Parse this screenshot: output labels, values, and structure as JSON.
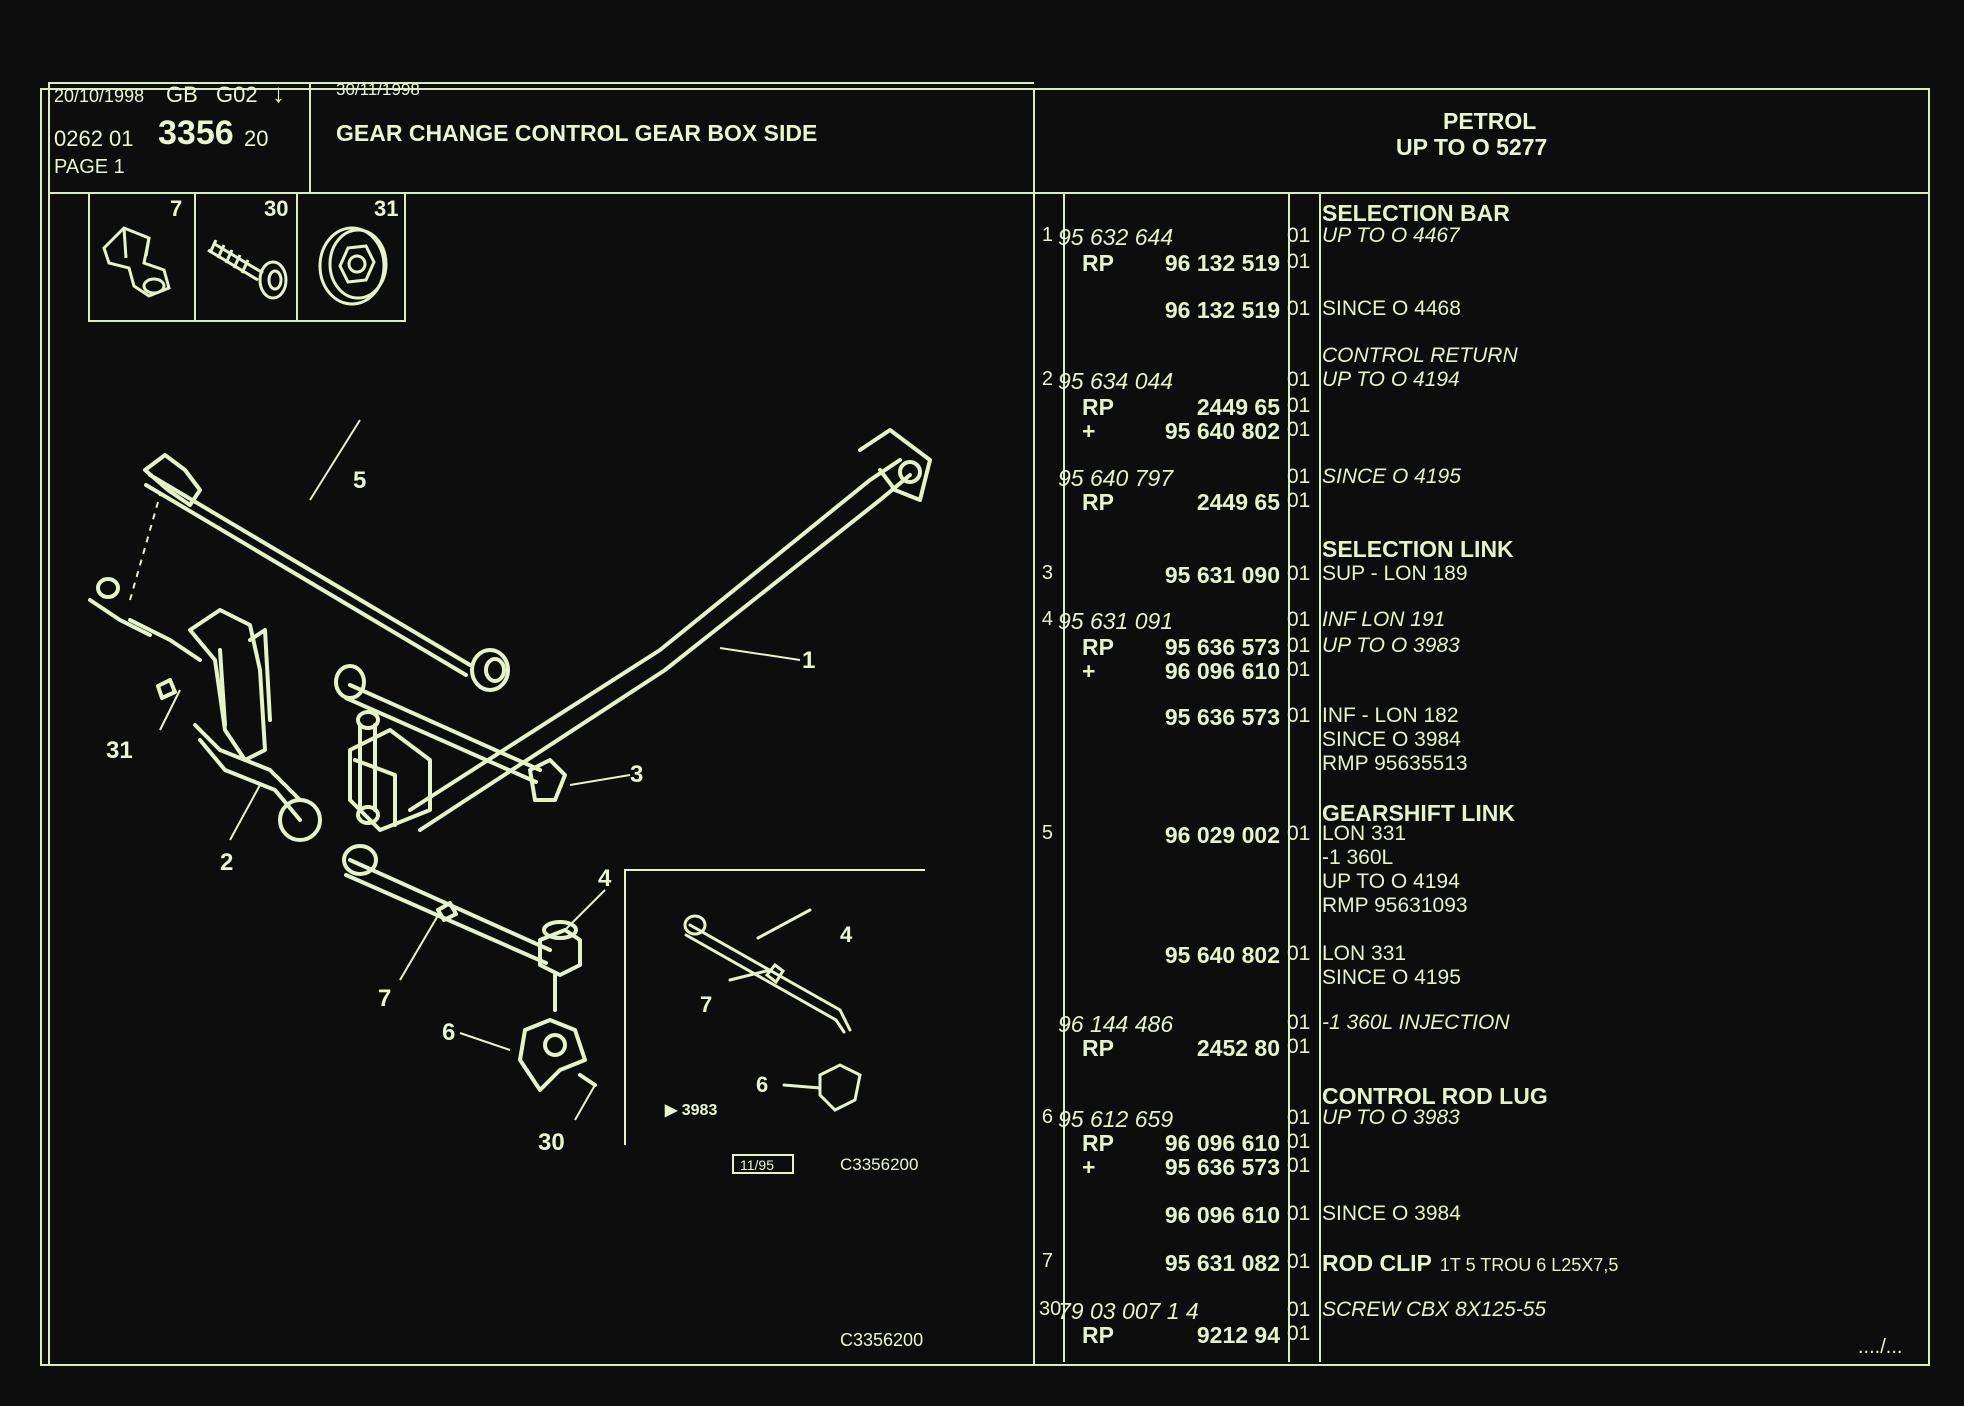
{
  "header": {
    "date_top": "20/10/1998",
    "lang_code": "GB",
    "group_code": "G02",
    "arrow": "↓",
    "ref_prefix": "0262 01",
    "ref_main": "3356",
    "ref_suffix": "20",
    "page_label": "PAGE 1",
    "date_right": "30/11/1998",
    "title": "GEAR CHANGE CONTROL GEAR BOX SIDE",
    "engine": "PETROL",
    "range": "UP TO O  5277"
  },
  "thumbnails": [
    {
      "number": "7",
      "icon": "rod-clip-icon"
    },
    {
      "number": "30",
      "icon": "screw-icon"
    },
    {
      "number": "31",
      "icon": "nut-icon"
    }
  ],
  "diagram": {
    "callouts": [
      "1",
      "2",
      "3",
      "4",
      "5",
      "6",
      "7",
      "30",
      "31"
    ],
    "inset_callouts": [
      "4",
      "6",
      "7"
    ],
    "inset_since": "▶ 3983",
    "inset_date": "11/95",
    "inset_code": "C3356200",
    "bottom_code": "C3356200"
  },
  "parts": [
    {
      "ref": "",
      "prefix": "",
      "part": "",
      "qty": "",
      "desc": "SELECTION BAR",
      "desc_bold": true,
      "desc_italic": false
    },
    {
      "ref": "1",
      "prefix": "",
      "part": "95 632 644",
      "italic": true,
      "qty": "01",
      "desc": "UP TO O 4467",
      "desc_italic": true
    },
    {
      "ref": "",
      "prefix": "RP",
      "part": "96 132 519",
      "qty": "01",
      "desc": ""
    },
    {
      "ref": "",
      "prefix": "",
      "part": "96 132 519",
      "qty": "01",
      "desc": "SINCE O 4468"
    },
    {
      "ref": "",
      "prefix": "",
      "part": "",
      "qty": "",
      "desc": "CONTROL RETURN",
      "desc_italic": true
    },
    {
      "ref": "2",
      "prefix": "",
      "part": "95 634 044",
      "italic": true,
      "qty": "01",
      "desc": "UP TO O 4194",
      "desc_italic": true
    },
    {
      "ref": "",
      "prefix": "RP",
      "part": "2449 65",
      "qty": "01",
      "desc": ""
    },
    {
      "ref": "",
      "prefix": "+",
      "part": "95 640 802",
      "qty": "01",
      "desc": ""
    },
    {
      "ref": "",
      "prefix": "",
      "part": "95 640 797",
      "italic": true,
      "qty": "01",
      "desc": "SINCE O 4195",
      "desc_italic": true
    },
    {
      "ref": "",
      "prefix": "RP",
      "part": "2449 65",
      "qty": "01",
      "desc": ""
    },
    {
      "ref": "",
      "prefix": "",
      "part": "",
      "qty": "",
      "desc": "SELECTION LINK",
      "desc_bold": true
    },
    {
      "ref": "3",
      "prefix": "",
      "part": "95 631 090",
      "qty": "01",
      "desc": "SUP - LON 189"
    },
    {
      "ref": "4",
      "prefix": "",
      "part": "95 631 091",
      "italic": true,
      "qty": "01",
      "desc": "INF LON 191",
      "desc_italic": true
    },
    {
      "ref": "",
      "prefix": "RP",
      "part": "95 636 573",
      "qty": "01",
      "desc": "UP TO O 3983",
      "desc_italic": true
    },
    {
      "ref": "",
      "prefix": "+",
      "part": "96 096 610",
      "qty": "01",
      "desc": ""
    },
    {
      "ref": "",
      "prefix": "",
      "part": "95 636 573",
      "qty": "01",
      "desc": "INF - LON 182"
    },
    {
      "ref": "",
      "prefix": "",
      "part": "",
      "qty": "",
      "desc": "SINCE O 3984"
    },
    {
      "ref": "",
      "prefix": "",
      "part": "",
      "qty": "",
      "desc": "RMP 95635513"
    },
    {
      "ref": "",
      "prefix": "",
      "part": "",
      "qty": "",
      "desc": "GEARSHIFT LINK",
      "desc_bold": true
    },
    {
      "ref": "5",
      "prefix": "",
      "part": "96 029 002",
      "qty": "01",
      "desc": "LON 331"
    },
    {
      "ref": "",
      "prefix": "",
      "part": "",
      "qty": "",
      "desc": "-1 360L"
    },
    {
      "ref": "",
      "prefix": "",
      "part": "",
      "qty": "",
      "desc": "UP TO O 4194"
    },
    {
      "ref": "",
      "prefix": "",
      "part": "",
      "qty": "",
      "desc": "RMP 95631093"
    },
    {
      "ref": "",
      "prefix": "",
      "part": "95 640 802",
      "qty": "01",
      "desc": "LON 331"
    },
    {
      "ref": "",
      "prefix": "",
      "part": "",
      "qty": "",
      "desc": "SINCE O 4195"
    },
    {
      "ref": "",
      "prefix": "",
      "part": "96 144 486",
      "italic": true,
      "qty": "01",
      "desc": "-1 360L INJECTION",
      "desc_italic": true
    },
    {
      "ref": "",
      "prefix": "RP",
      "part": "2452 80",
      "qty": "01",
      "desc": ""
    },
    {
      "ref": "",
      "prefix": "",
      "part": "",
      "qty": "",
      "desc": "CONTROL ROD LUG",
      "desc_bold": true
    },
    {
      "ref": "6",
      "prefix": "",
      "part": "95 612 659",
      "italic": true,
      "qty": "01",
      "desc": "UP TO O 3983",
      "desc_italic": true
    },
    {
      "ref": "",
      "prefix": "RP",
      "part": "96 096 610",
      "qty": "01",
      "desc": ""
    },
    {
      "ref": "",
      "prefix": "+",
      "part": "95 636 573",
      "qty": "01",
      "desc": ""
    },
    {
      "ref": "",
      "prefix": "",
      "part": "96 096 610",
      "qty": "01",
      "desc": "SINCE O 3984"
    },
    {
      "ref": "7",
      "prefix": "",
      "part": "95 631 082",
      "qty": "01",
      "desc": "ROD CLIP",
      "desc_bold": true,
      "desc_extra": "1T 5 TROU 6 L25X7,5"
    },
    {
      "ref": "30",
      "prefix": "",
      "part": "79 03 007 1 4",
      "italic": true,
      "qty": "01",
      "desc": "SCREW CBX 8X125-55",
      "desc_italic": true
    },
    {
      "ref": "",
      "prefix": "RP",
      "part": "9212 94",
      "qty": "01",
      "desc": ""
    }
  ],
  "footer": {
    "continued": "..../...",
    "diagram_code": "C3356200"
  }
}
